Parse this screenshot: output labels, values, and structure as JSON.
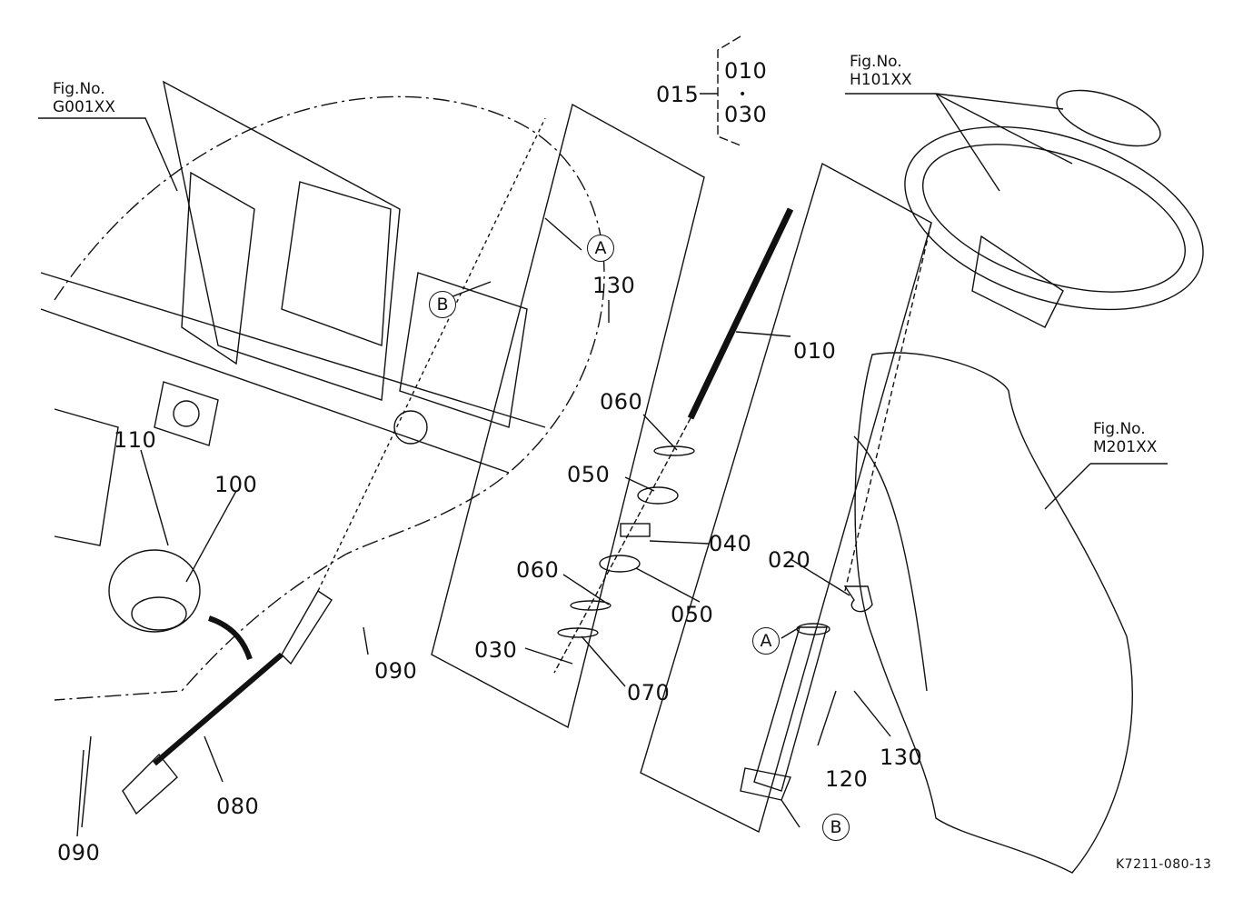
{
  "figure_refs": [
    {
      "prefix": "Fig.No.",
      "number": "G001XX"
    },
    {
      "prefix": "Fig.No.",
      "number": "H101XX"
    },
    {
      "prefix": "Fig.No.",
      "number": "M201XX"
    }
  ],
  "assembly_group": {
    "parent": "015",
    "children": [
      "010",
      "030"
    ],
    "separator": "•"
  },
  "part_labels": {
    "p010": "010",
    "p020": "020",
    "p030": "030",
    "p040": "040",
    "p050a": "050",
    "p050b": "050",
    "p060a": "060",
    "p060b": "060",
    "p070": "070",
    "p080": "080",
    "p090a": "090",
    "p090b": "090",
    "p100": "100",
    "p110": "110",
    "p120": "120",
    "p130a": "130",
    "p130b": "130"
  },
  "reference_markers": {
    "a1": "A",
    "a2": "A",
    "b1": "B",
    "b2": "B"
  },
  "drawing_code": "K7211-080-13"
}
